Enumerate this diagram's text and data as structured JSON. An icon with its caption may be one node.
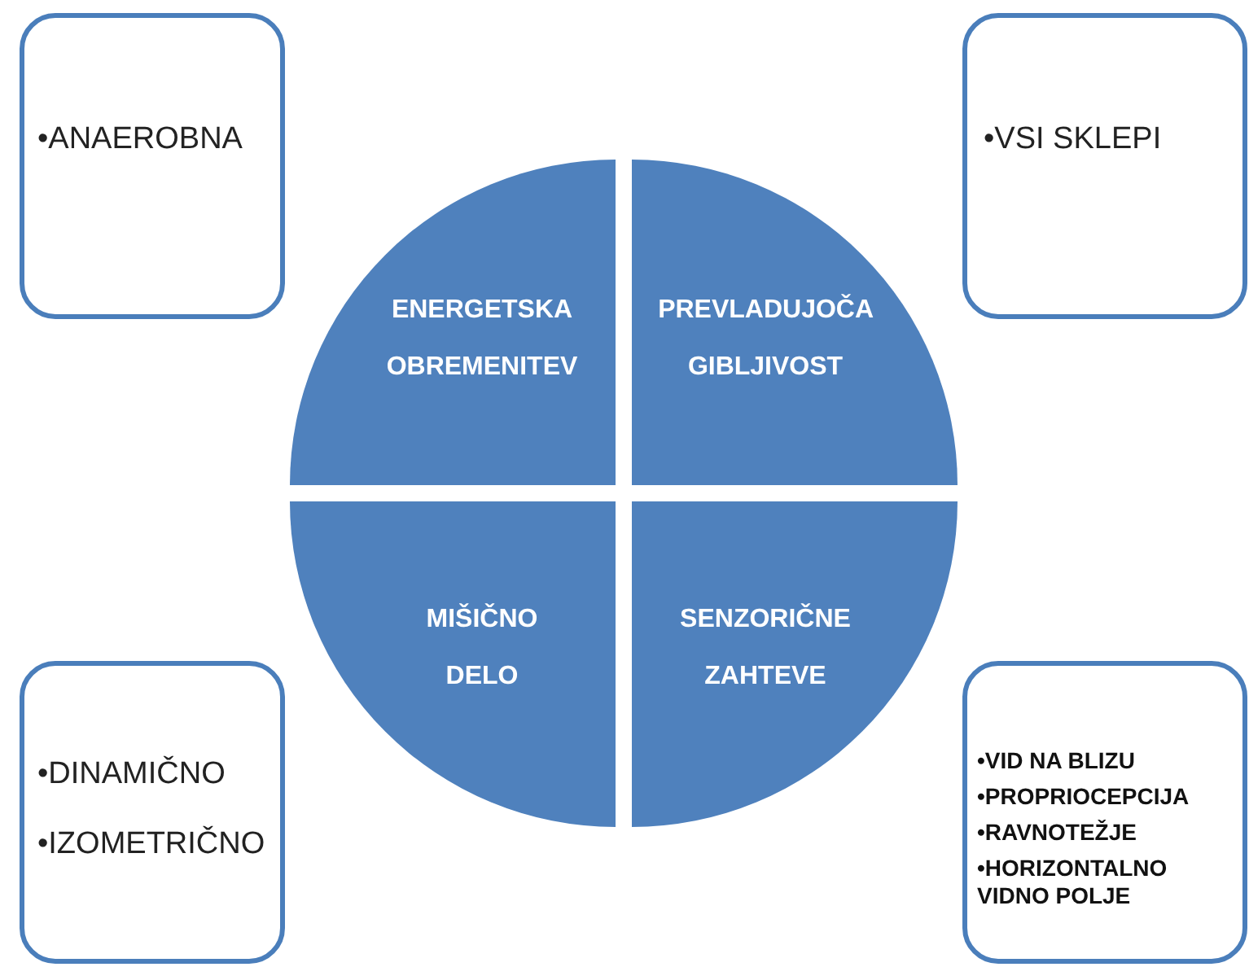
{
  "diagram": {
    "nodes": [
      {
        "text": [
          "•ANAEROBNA"
        ]
      },
      {
        "text": [
          "•VSI SKLEPI"
        ]
      },
      {
        "text": [
          "•DINAMIČNO",
          "•IZOMETRIČNO"
        ]
      },
      {
        "text": [
          "•VID NA BLIZU",
          "•PROPRIOCEPCIJA",
          "•RAVNOTEŽJE",
          "•HORIZONTALNO VIDNO POLJE"
        ]
      },
      {
        "text": [
          "ENERGETSKA OBREMENITEV"
        ]
      },
      {
        "text": [
          "PREVLADUJOČA GIBLJIVOST"
        ]
      },
      {
        "text": [
          "MIŠIČNO DELO"
        ]
      },
      {
        "text": [
          "SENZORIČNE ZAHTEVE"
        ]
      }
    ]
  }
}
